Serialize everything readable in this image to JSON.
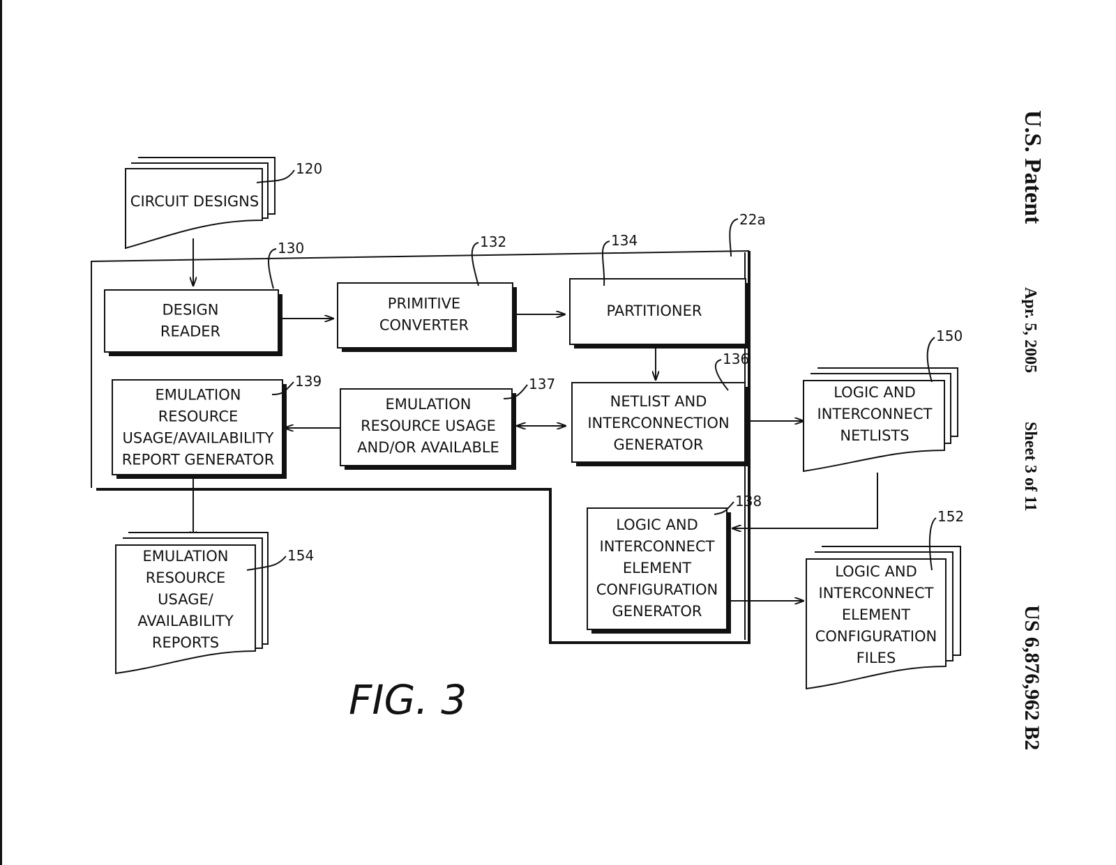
{
  "header": {
    "patent_title": "U.S. Patent",
    "date": "Apr. 5, 2005",
    "sheet": "Sheet 3 of 11",
    "patent_number": "US 6,876,962 B2"
  },
  "figure_label": "FIG. 3",
  "system_ref": "22a",
  "documents": {
    "circuit_designs": {
      "lines": [
        "CIRCUIT DESIGNS"
      ],
      "ref": "120"
    },
    "netlists": {
      "lines": [
        "LOGIC AND",
        "INTERCONNECT",
        "NETLISTS"
      ],
      "ref": "150"
    },
    "config_files": {
      "lines": [
        "LOGIC AND",
        "INTERCONNECT",
        "ELEMENT",
        "CONFIGURATION",
        "FILES"
      ],
      "ref": "152"
    },
    "reports": {
      "lines": [
        "EMULATION",
        "RESOURCE",
        "USAGE/",
        "AVAILABILITY",
        "REPORTS"
      ],
      "ref": "154"
    }
  },
  "blocks": {
    "design_reader": {
      "lines": [
        "DESIGN",
        "READER"
      ],
      "ref": "130"
    },
    "primitive_converter": {
      "lines": [
        "PRIMITIVE",
        "CONVERTER"
      ],
      "ref": "132"
    },
    "partitioner": {
      "lines": [
        "PARTITIONER"
      ],
      "ref": "134"
    },
    "netlist_generator": {
      "lines": [
        "NETLIST AND",
        "INTERCONNECTION",
        "GENERATOR"
      ],
      "ref": "136"
    },
    "resource_usage": {
      "lines": [
        "EMULATION",
        "RESOURCE USAGE",
        "AND/OR AVAILABLE"
      ],
      "ref": "137"
    },
    "report_generator": {
      "lines": [
        "EMULATION",
        "RESOURCE",
        "USAGE/AVAILABILITY",
        "REPORT GENERATOR"
      ],
      "ref": "139"
    },
    "config_generator": {
      "lines": [
        "LOGIC AND",
        "INTERCONNECT",
        "ELEMENT",
        "CONFIGURATION",
        "GENERATOR"
      ],
      "ref": "138"
    }
  }
}
